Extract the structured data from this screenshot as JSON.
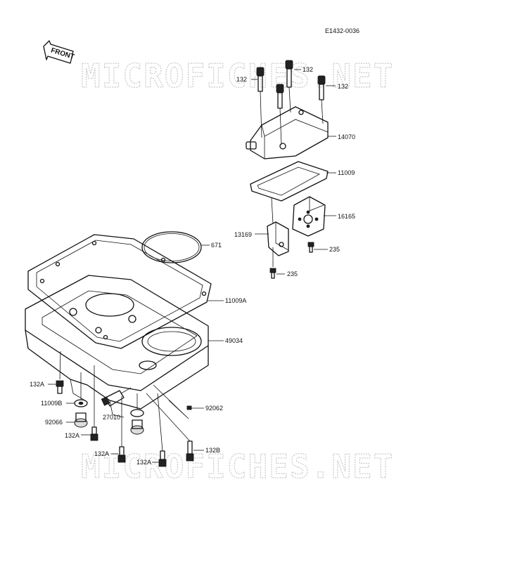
{
  "diagram_code": "E1432-0036",
  "front_marker": "FRONT",
  "watermark_text": "MICROFICHES.NET",
  "parts": [
    {
      "id": "p132-left",
      "label": "132"
    },
    {
      "id": "p132-top",
      "label": "132"
    },
    {
      "id": "p132-right",
      "label": "132"
    },
    {
      "id": "p14070",
      "label": "14070"
    },
    {
      "id": "p11009",
      "label": "11009"
    },
    {
      "id": "p16165",
      "label": "16165"
    },
    {
      "id": "p13169",
      "label": "13169"
    },
    {
      "id": "p235-right",
      "label": "235"
    },
    {
      "id": "p235-bottom",
      "label": "235"
    },
    {
      "id": "p671",
      "label": "671"
    },
    {
      "id": "p11009A",
      "label": "11009A"
    },
    {
      "id": "p49034",
      "label": "49034"
    },
    {
      "id": "p132A-1",
      "label": "132A"
    },
    {
      "id": "p11009B",
      "label": "11009B"
    },
    {
      "id": "p92066",
      "label": "92066"
    },
    {
      "id": "p27010",
      "label": "27010"
    },
    {
      "id": "p92062",
      "label": "92062"
    },
    {
      "id": "p132A-2",
      "label": "132A"
    },
    {
      "id": "p132A-3",
      "label": "132A"
    },
    {
      "id": "p132A-4",
      "label": "132A"
    },
    {
      "id": "p132B",
      "label": "132B"
    }
  ]
}
